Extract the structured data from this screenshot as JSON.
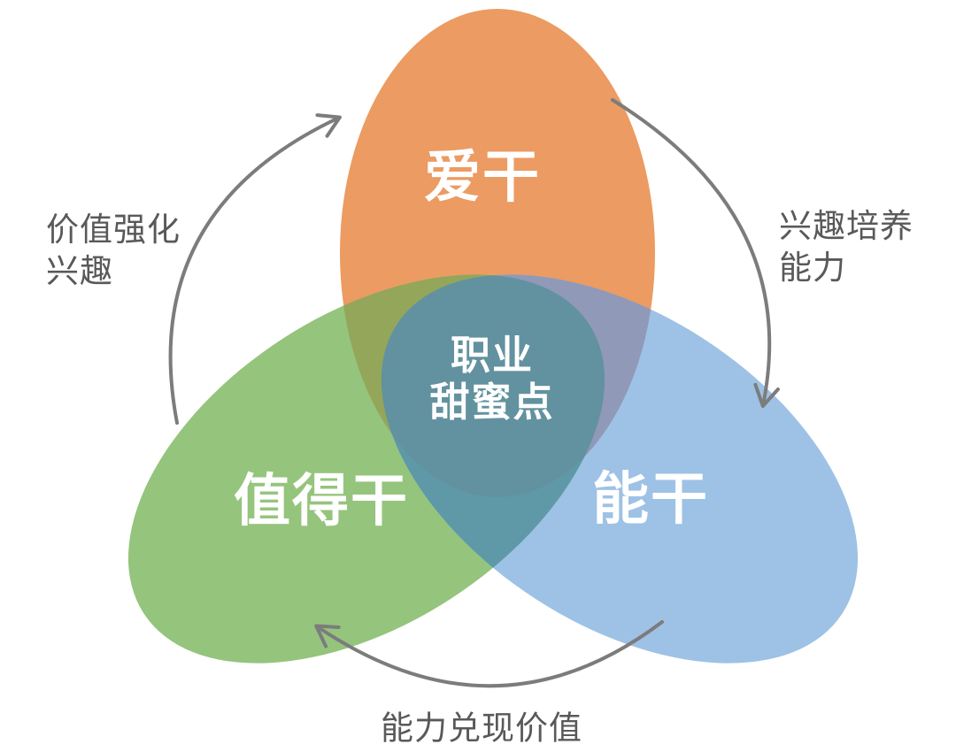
{
  "venn": {
    "background": "#FFFFFF",
    "sets": [
      {
        "id": "love",
        "label": "爱干",
        "color": "#EC9B62"
      },
      {
        "id": "worth",
        "label": "值得干",
        "color": "#95C47D"
      },
      {
        "id": "able",
        "label": "能干",
        "color": "#9EC2E5"
      }
    ],
    "overlaps": {
      "love_worth": "#93A65A",
      "love_able": "#9099B8",
      "worth_able": "#5F99A7",
      "center": "#62929F"
    },
    "center_label": {
      "line1": "职业",
      "line2": "甜蜜点"
    },
    "arrows": {
      "color": "#7C7C7C",
      "left": {
        "line1": "价值强化",
        "line2": "兴趣"
      },
      "right": {
        "line1": "兴趣培养",
        "line2": "能力"
      },
      "bottom": {
        "label": "能力兑现价值"
      }
    },
    "label_color": "#595959"
  }
}
